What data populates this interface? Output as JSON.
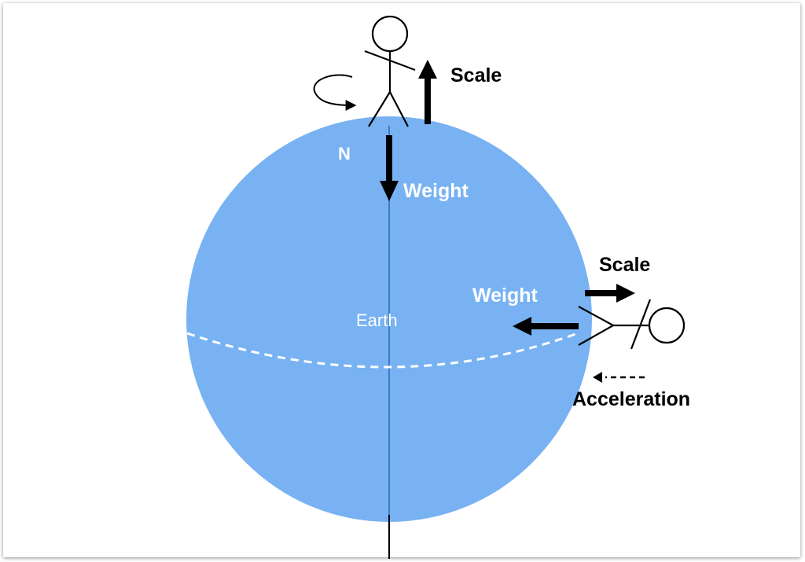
{
  "colors": {
    "earth_fill": "#78b2f2",
    "axis_line": "#3f78c8",
    "arrow": "#000000",
    "light_text": "#ffffff",
    "dark_text": "#000000"
  },
  "labels": {
    "north": "N",
    "earth": "Earth",
    "pole_scale": "Scale",
    "pole_weight": "Weight",
    "equator_scale": "Scale",
    "equator_weight": "Weight",
    "acceleration": "Acceleration"
  },
  "icons": {
    "pole_person": "stick-figure-icon",
    "equator_person": "stick-figure-icon",
    "rotation": "rotation-arrow-icon"
  }
}
